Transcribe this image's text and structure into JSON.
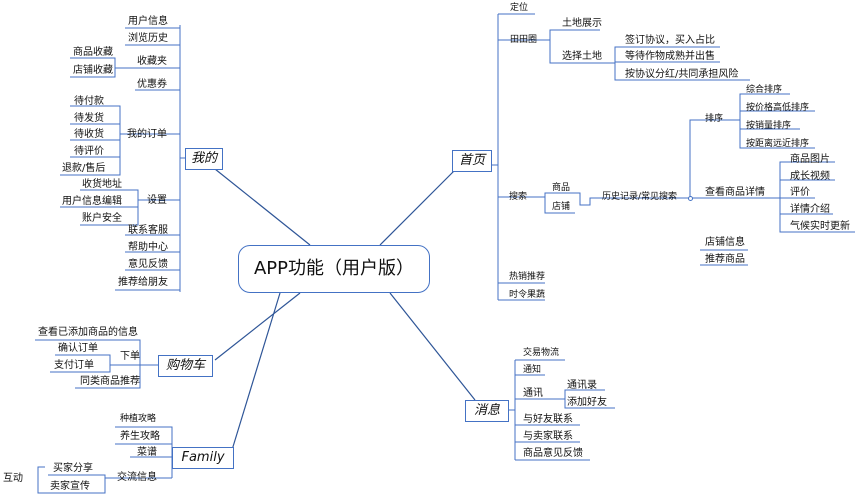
{
  "center": "APP功能（用户版）",
  "home": {
    "label": "首页",
    "location": "定位",
    "field": {
      "label": "田田圈",
      "land_display": "土地展示",
      "select_land": "选择土地",
      "select_options": [
        "签订协议，买入占比",
        "等待作物成熟并出售",
        "按协议分红/共同承担风险"
      ]
    },
    "search": {
      "label": "搜索",
      "targets": [
        "商品",
        "店铺"
      ],
      "history": "历史记录/常见搜索",
      "sort": {
        "label": "排序",
        "options": [
          "综合排序",
          "按价格高低排序",
          "按销量排序",
          "按距离远近排序"
        ]
      },
      "details": {
        "label": "查看商品详情",
        "items": [
          "商品图片",
          "成长视频",
          "评价",
          "详情介绍",
          "气候实时更新"
        ]
      },
      "shop_info": "店铺信息",
      "recommended": "推荐商品"
    },
    "hot": "热销推荐",
    "seasonal": "时令果蔬"
  },
  "mine": {
    "label": "我的",
    "user_info": "用户信息",
    "browse": "浏览历史",
    "favorites": {
      "label": "收藏夹",
      "items": [
        "商品收藏",
        "店铺收藏"
      ]
    },
    "coupons": "优惠券",
    "orders": {
      "label": "我的订单",
      "items": [
        "待付款",
        "待发货",
        "待收货",
        "待评价",
        "退款/售后"
      ]
    },
    "settings": {
      "label": "设置",
      "items": [
        "收货地址",
        "用户信息编辑",
        "账户安全"
      ]
    },
    "service": "联系客服",
    "help": "帮助中心",
    "feedback": "意见反馈",
    "recommend": "推荐给朋友"
  },
  "cart": {
    "label": "购物车",
    "view": "查看已添加商品的信息",
    "order": {
      "label": "下单",
      "items": [
        "确认订单",
        "支付订单"
      ]
    },
    "similar": "同类商品推荐"
  },
  "family": {
    "label": "Family",
    "planting": "种植攻略",
    "health": "养生攻略",
    "recipes": "菜谱",
    "exchange": {
      "label": "交流信息",
      "items": [
        "买家分享",
        "卖家宣传"
      ]
    },
    "interact": "互动"
  },
  "messages": {
    "label": "消息",
    "logistics": "交易物流",
    "notice": "通知",
    "chat": {
      "label": "通讯",
      "items": [
        "通讯录",
        "添加好友"
      ]
    },
    "friends": "与好友联系",
    "sellers": "与卖家联系",
    "feedback": "商品意见反馈"
  },
  "colors": {
    "line": "#2e5597",
    "box": "#4472c4",
    "dot": "#e0407a"
  }
}
